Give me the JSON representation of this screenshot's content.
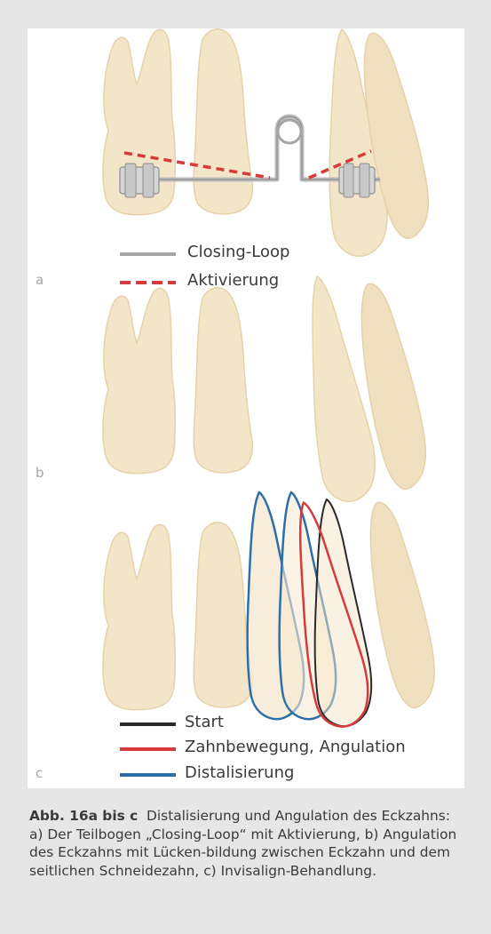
{
  "panels": {
    "a": {
      "letter": "a",
      "legend": [
        {
          "label": "Closing-Loop",
          "color": "#a6a6a6",
          "style": "solid"
        },
        {
          "label": "Aktivierung",
          "color": "#d63a3a",
          "style": "dashed"
        }
      ]
    },
    "b": {
      "letter": "b"
    },
    "c": {
      "letter": "c",
      "legend": [
        {
          "label": "Start",
          "color": "#2a2a2a",
          "style": "solid"
        },
        {
          "label": "Zahnbewegung, Angulation",
          "color": "#d63a3a",
          "style": "solid"
        },
        {
          "label": "Distalisierung",
          "color": "#2f6fa8",
          "style": "solid"
        }
      ]
    }
  },
  "caption": {
    "label": "Abb. 16a bis c",
    "text": "Distalisierung und Angulation des Eckzahns: a) Der Teilbogen „Closing-Loop“ mit Aktivierung, b) Angulation des Eckzahns mit Lücken-bildung zwischen Eckzahn und dem seitlichen Schneidezahn, c) Invisalign-Behandlung."
  },
  "colors": {
    "tooth": "#f3e5c8",
    "tooth_edge": "#e3cfa6",
    "background": "#e6e6e6"
  }
}
